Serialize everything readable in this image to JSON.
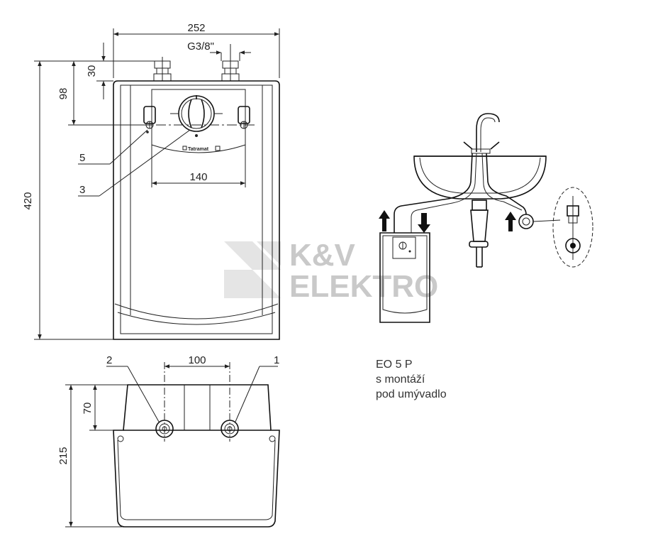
{
  "dimensions": {
    "width_total": "252",
    "thread": "G3/8\"",
    "connector_height": "30",
    "connector_depth": "98",
    "height_total": "420",
    "panel_width": "140",
    "pipe_spacing": "100",
    "bottom_height": "70",
    "depth_total": "215"
  },
  "callouts": {
    "label_5": "5",
    "label_3": "3",
    "label_2": "2",
    "label_1": "1"
  },
  "product": {
    "brand_plate": "Tatramat"
  },
  "watermark": {
    "line1": "K&V",
    "line2": "ELEKTRO"
  },
  "caption": {
    "line1": "EO 5 P",
    "line2": "s montáží",
    "line3": "pod umývadlo"
  }
}
